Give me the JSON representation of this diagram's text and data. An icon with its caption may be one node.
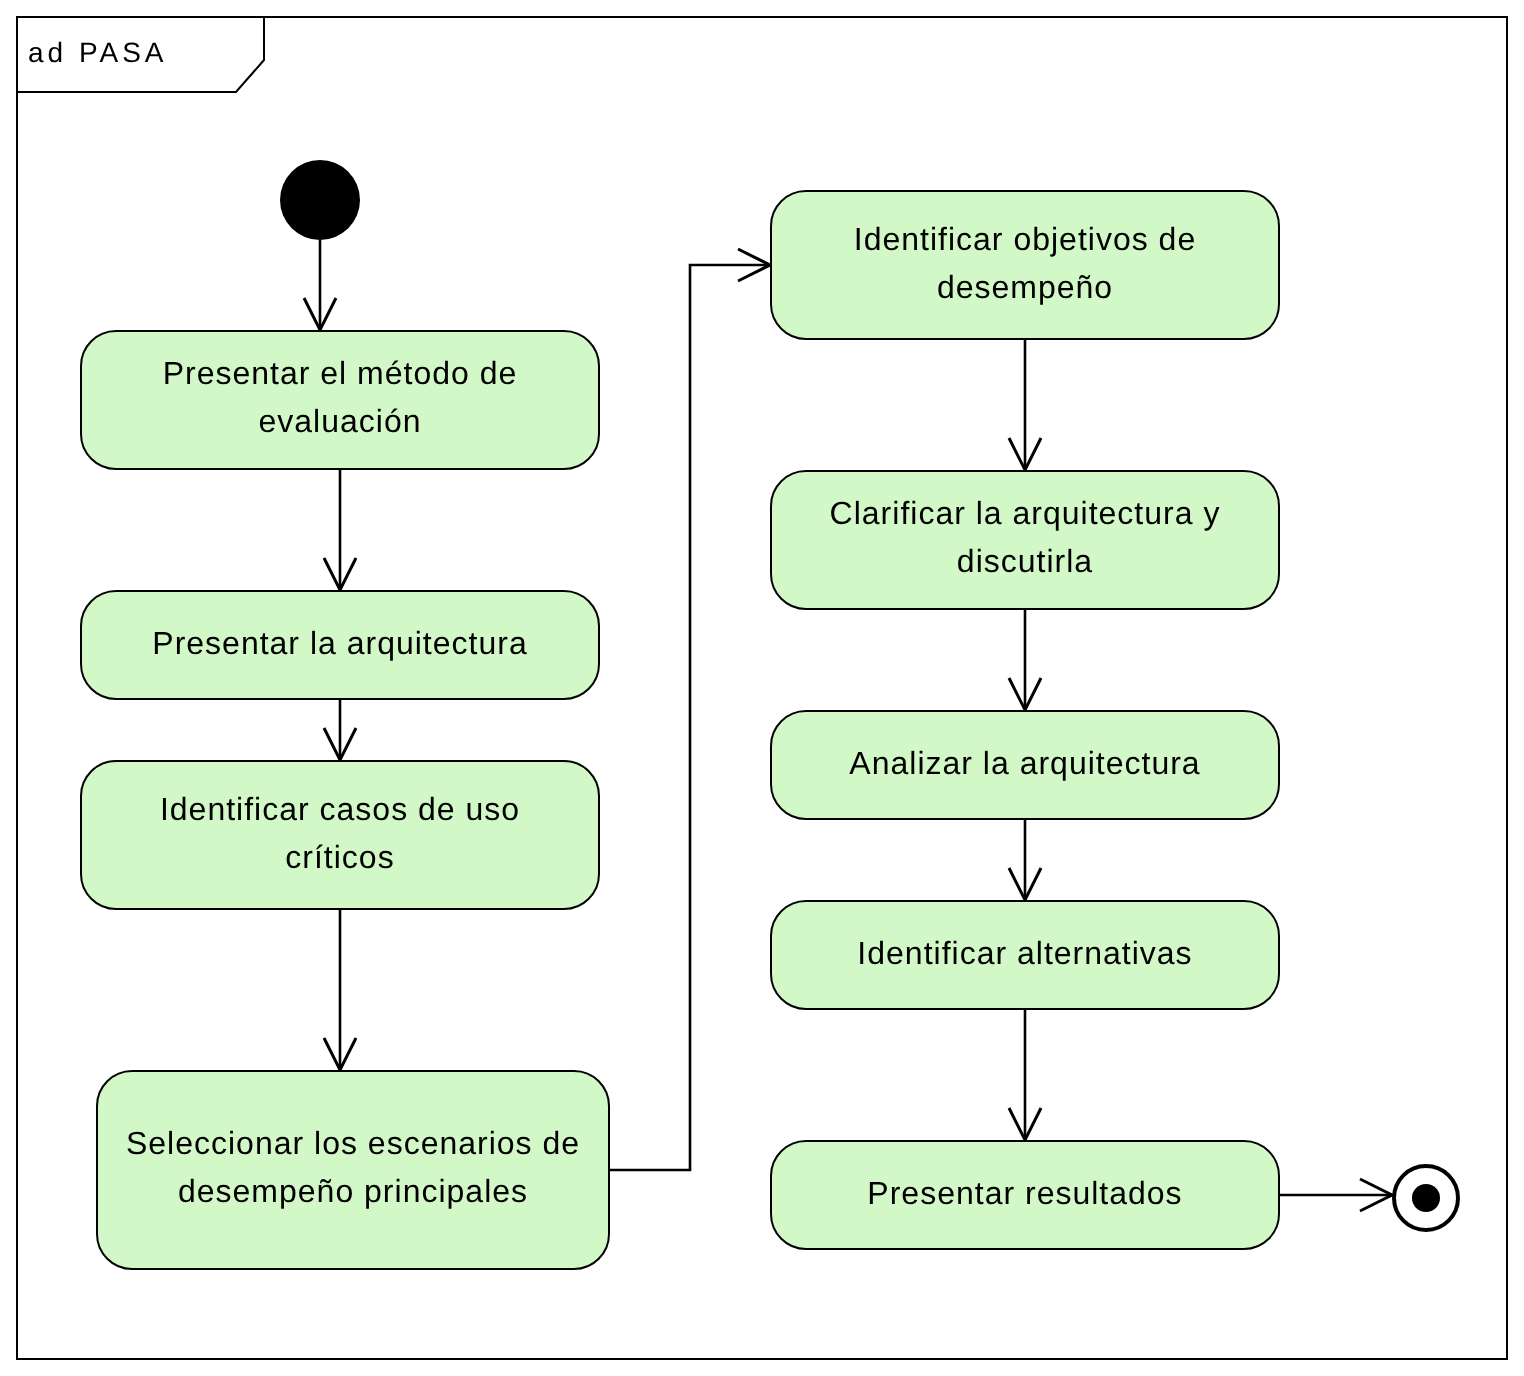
{
  "diagram": {
    "nodes": [
      {
        "text": [],
        "shape": "circle"
      },
      {
        "text": [
          "Presentar el método de evaluación"
        ]
      },
      {
        "text": [
          "Presentar la arquitectura"
        ]
      },
      {
        "text": [
          "Identificar casos de uso críticos"
        ]
      },
      {
        "text": [
          "Seleccionar los escenarios de desempeño principales"
        ]
      },
      {
        "text": [
          "Identificar objetivos de desempeño"
        ]
      },
      {
        "text": [
          "Clarificar la arquitectura y discutirla"
        ]
      },
      {
        "text": [
          "Analizar la arquitectura"
        ]
      },
      {
        "text": [
          "Identificar alternativas"
        ]
      },
      {
        "text": [
          "Presentar resultados"
        ]
      },
      {
        "text": [],
        "shape": "bullseye"
      }
    ],
    "edges": [
      {
        "from": 0,
        "to": 1,
        "arrow": "to"
      },
      {
        "from": 1,
        "to": 2,
        "arrow": "to"
      },
      {
        "from": 2,
        "to": 3,
        "arrow": "to"
      },
      {
        "from": 3,
        "to": 4,
        "arrow": "to"
      },
      {
        "from": 4,
        "to": 5,
        "arrow": "to"
      },
      {
        "from": 5,
        "to": 6,
        "arrow": "to"
      },
      {
        "from": 6,
        "to": 7,
        "arrow": "to"
      },
      {
        "from": 7,
        "to": 8,
        "arrow": "to"
      },
      {
        "from": 8,
        "to": 9,
        "arrow": "to"
      },
      {
        "from": 9,
        "to": 10,
        "arrow": "to"
      }
    ],
    "labels": [
      "ad PASA"
    ]
  }
}
